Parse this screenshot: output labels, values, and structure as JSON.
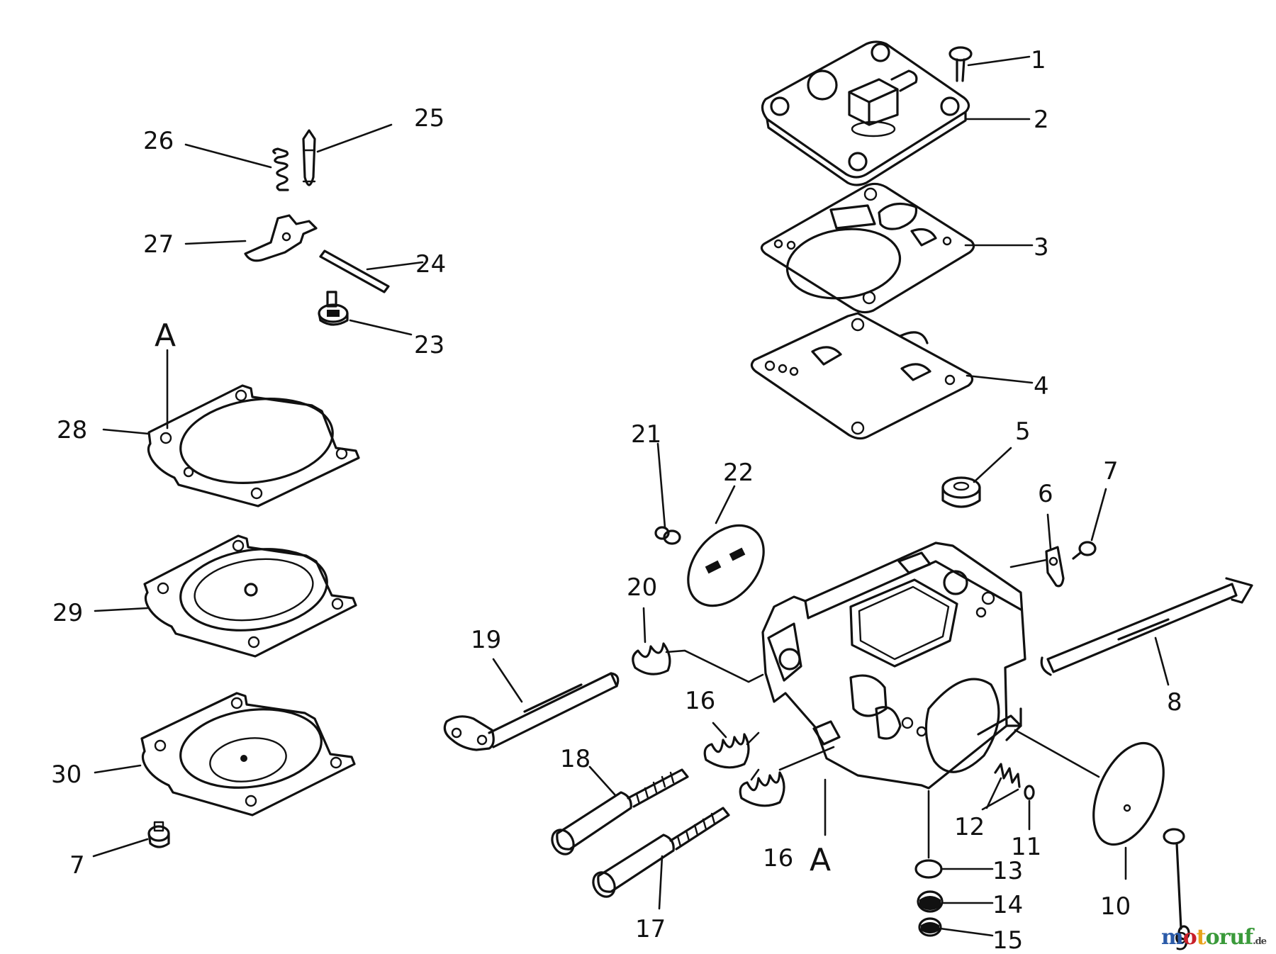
{
  "diagram": {
    "callouts": [
      {
        "id": "c1",
        "label": "1"
      },
      {
        "id": "c2",
        "label": "2"
      },
      {
        "id": "c3",
        "label": "3"
      },
      {
        "id": "c4",
        "label": "4"
      },
      {
        "id": "c5",
        "label": "5"
      },
      {
        "id": "c6",
        "label": "6"
      },
      {
        "id": "c7a",
        "label": "7"
      },
      {
        "id": "c7b",
        "label": "7"
      },
      {
        "id": "c8",
        "label": "8"
      },
      {
        "id": "c9",
        "label": "9"
      },
      {
        "id": "c10",
        "label": "10"
      },
      {
        "id": "c11",
        "label": "11"
      },
      {
        "id": "c12",
        "label": "12"
      },
      {
        "id": "c13",
        "label": "13"
      },
      {
        "id": "c14",
        "label": "14"
      },
      {
        "id": "c15",
        "label": "15"
      },
      {
        "id": "c16a",
        "label": "16"
      },
      {
        "id": "c16b",
        "label": "16"
      },
      {
        "id": "c17",
        "label": "17"
      },
      {
        "id": "c18",
        "label": "18"
      },
      {
        "id": "c19",
        "label": "19"
      },
      {
        "id": "c20",
        "label": "20"
      },
      {
        "id": "c21",
        "label": "21"
      },
      {
        "id": "c22",
        "label": "22"
      },
      {
        "id": "c23",
        "label": "23"
      },
      {
        "id": "c24",
        "label": "24"
      },
      {
        "id": "c25",
        "label": "25"
      },
      {
        "id": "c26",
        "label": "26"
      },
      {
        "id": "c27",
        "label": "27"
      },
      {
        "id": "c28",
        "label": "28"
      },
      {
        "id": "c29",
        "label": "29"
      },
      {
        "id": "c30",
        "label": "30"
      }
    ],
    "reference_marks": [
      {
        "id": "refA1",
        "label": "A"
      },
      {
        "id": "refA2",
        "label": "A"
      }
    ]
  },
  "watermark": {
    "part1": "m",
    "part2": "o",
    "part3": "t",
    "part4": "oruf",
    "suffix": ".de"
  }
}
